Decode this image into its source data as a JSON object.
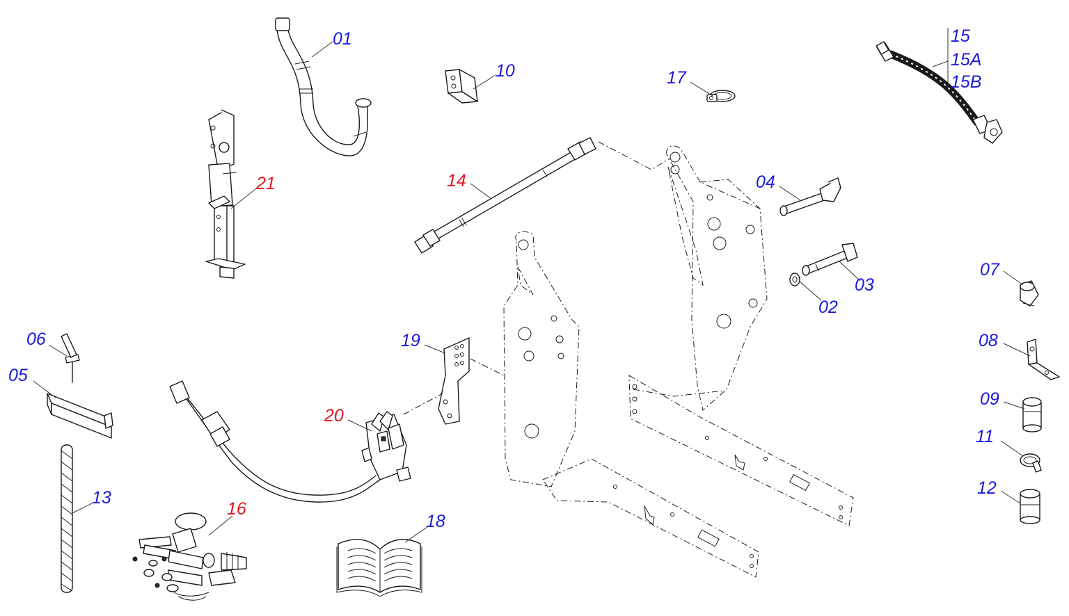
{
  "colors": {
    "label_blue": "#1a1adc",
    "label_red": "#e0141e",
    "line": "#1a1a1a"
  },
  "callouts": [
    {
      "id": "c01",
      "text": "01",
      "color": "blue"
    },
    {
      "id": "c02",
      "text": "02",
      "color": "blue"
    },
    {
      "id": "c03",
      "text": "03",
      "color": "blue"
    },
    {
      "id": "c04",
      "text": "04",
      "color": "blue"
    },
    {
      "id": "c05",
      "text": "05",
      "color": "blue"
    },
    {
      "id": "c06",
      "text": "06",
      "color": "blue"
    },
    {
      "id": "c07",
      "text": "07",
      "color": "blue"
    },
    {
      "id": "c08",
      "text": "08",
      "color": "blue"
    },
    {
      "id": "c09",
      "text": "09",
      "color": "blue"
    },
    {
      "id": "c10",
      "text": "10",
      "color": "blue"
    },
    {
      "id": "c11",
      "text": "11",
      "color": "blue"
    },
    {
      "id": "c12",
      "text": "12",
      "color": "blue"
    },
    {
      "id": "c13",
      "text": "13",
      "color": "blue"
    },
    {
      "id": "c14",
      "text": "14",
      "color": "red"
    },
    {
      "id": "c15",
      "text": "15",
      "color": "blue"
    },
    {
      "id": "c15a",
      "text": "15A",
      "color": "blue"
    },
    {
      "id": "c15b",
      "text": "15B",
      "color": "blue"
    },
    {
      "id": "c16",
      "text": "16",
      "color": "red"
    },
    {
      "id": "c17",
      "text": "17",
      "color": "blue"
    },
    {
      "id": "c18",
      "text": "18",
      "color": "blue"
    },
    {
      "id": "c19",
      "text": "19",
      "color": "blue"
    },
    {
      "id": "c20",
      "text": "20",
      "color": "red"
    },
    {
      "id": "c21",
      "text": "21",
      "color": "red"
    }
  ]
}
